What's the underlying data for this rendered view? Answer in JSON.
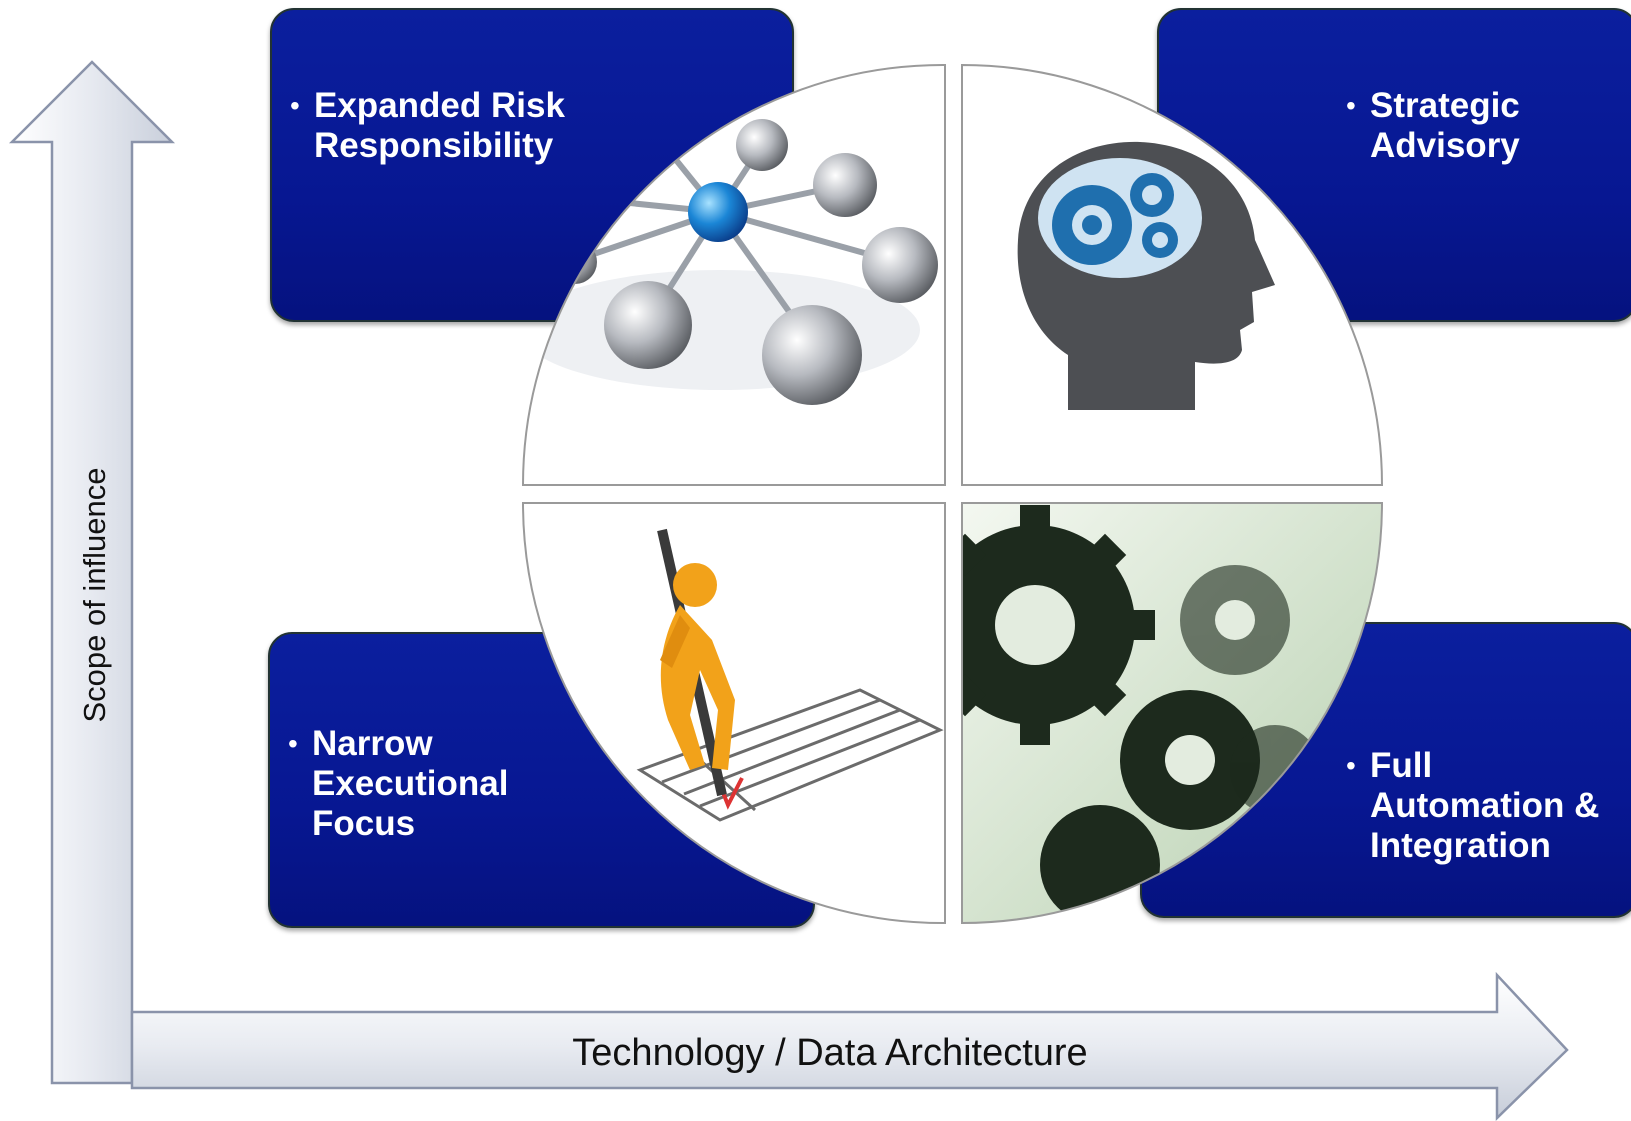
{
  "axes": {
    "y_label": "Scope of influence",
    "x_label": "Technology / Data Architecture"
  },
  "quadrants": {
    "top_left": {
      "lines": [
        "Expanded Risk",
        "Responsibility"
      ],
      "image": "molecule-network-icon"
    },
    "top_right": {
      "lines": [
        "Strategic",
        "Advisory"
      ],
      "image": "head-gears-icon"
    },
    "bottom_left": {
      "lines": [
        "Narrow",
        "Executional",
        "Focus"
      ],
      "image": "person-checklist-icon"
    },
    "bottom_right": {
      "lines": [
        "Full",
        "Automation &",
        "Integration"
      ],
      "image": "gears-icon"
    }
  },
  "bullet": "•",
  "colors": {
    "box_blue": "#0b1f9e",
    "arrow_fill": "#eceef3",
    "arrow_stroke": "#8a93aa"
  }
}
